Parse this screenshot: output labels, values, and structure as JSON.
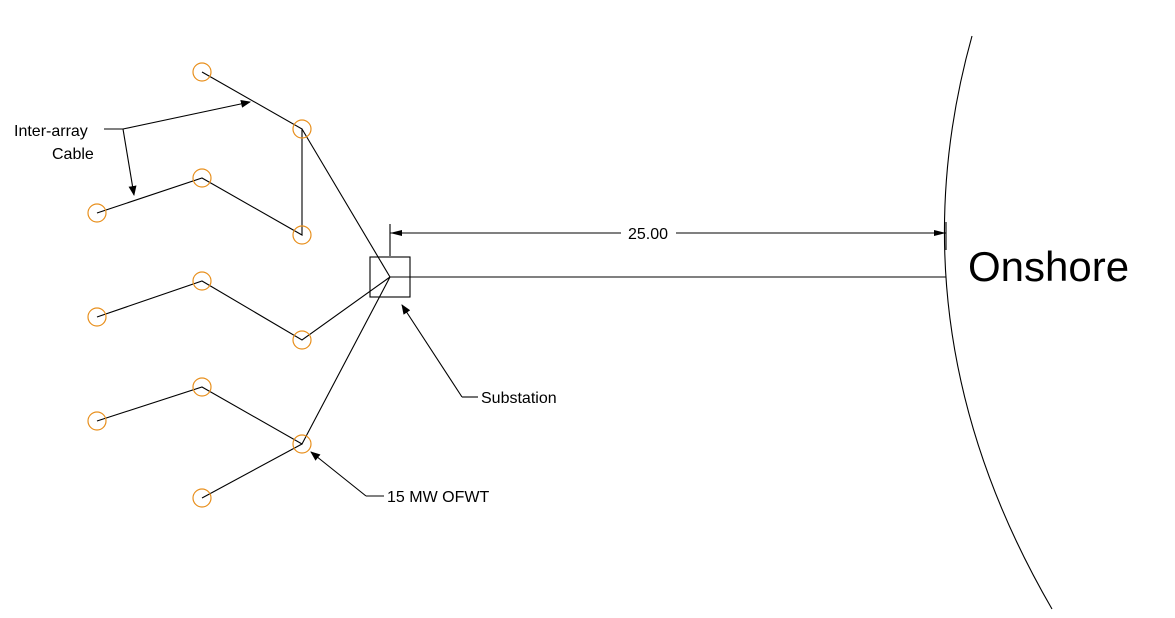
{
  "labels": {
    "inter_array_line1": "Inter-array",
    "inter_array_line2": "Cable",
    "dimension": "25.00",
    "onshore": "Onshore",
    "substation": "Substation",
    "turbine": "15 MW OFWT"
  },
  "colors": {
    "turbine": "#e8901e",
    "line": "#000000",
    "background": "#ffffff"
  }
}
